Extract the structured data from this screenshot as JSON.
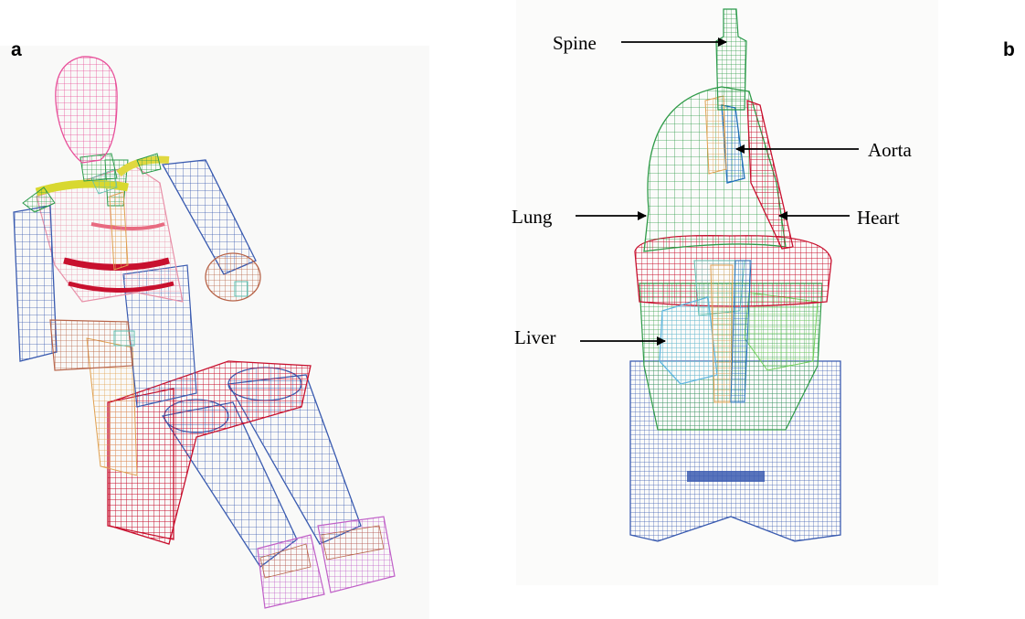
{
  "figure": {
    "panels": [
      {
        "letter": "a"
      },
      {
        "letter": "b"
      }
    ],
    "labels": {
      "spine": "Spine",
      "aorta": "Aorta",
      "lung": "Lung",
      "heart": "Heart",
      "liver": "Liver"
    },
    "colors": {
      "head": "#e8509a",
      "limbs": "#3a5bb0",
      "ribs": "#e890a8",
      "pelvis": "#c8102e",
      "spine": "#2a9a4a",
      "lung": "#2f9b48",
      "aorta": "#2f8fd0",
      "liver": "#5fb6e0",
      "heart": "#c8102e",
      "skin": "#b8654a",
      "feet": "#c060c8"
    }
  }
}
